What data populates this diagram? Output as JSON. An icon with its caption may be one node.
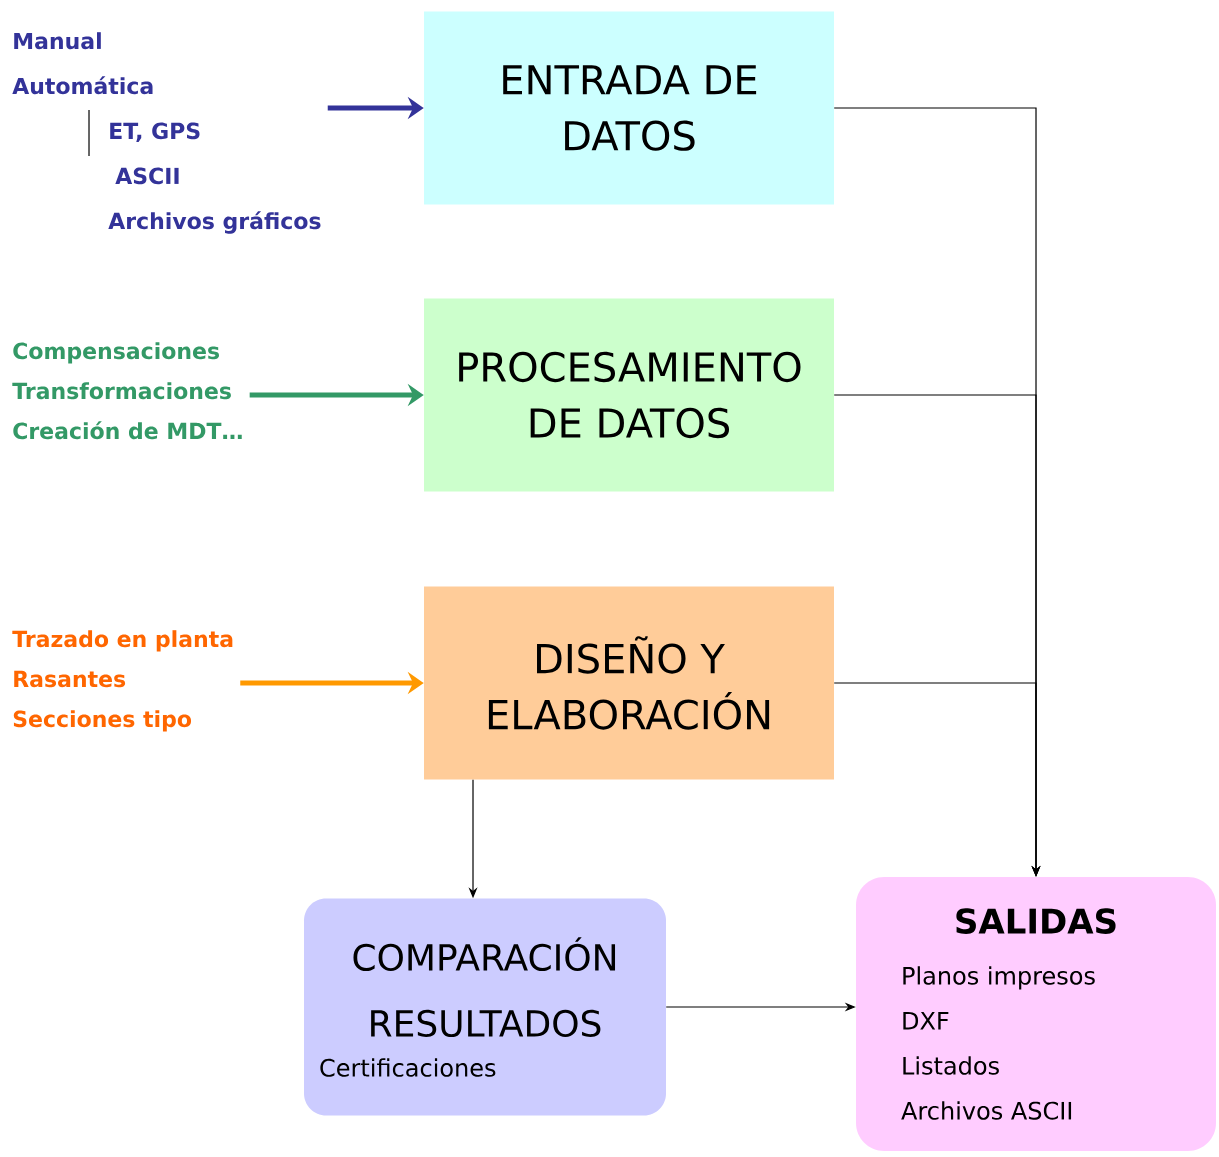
{
  "diagram": {
    "nodes": [
      {
        "text": [
          "ENTRADA DE DATOS"
        ]
      },
      {
        "text": [
          "PROCESAMIENTO DE DATOS"
        ]
      },
      {
        "text": [
          "DISEÑO Y ELABORACIÓN"
        ]
      },
      {
        "text": [
          "COMPARACIÓN RESULTADOS",
          "Certificaciones"
        ]
      },
      {
        "text": [
          "SALIDAS",
          "Planos impresos",
          "DXF",
          "Listados",
          "Archivos ASCII"
        ]
      },
      {
        "text": [
          "Manual",
          "Automática",
          "ET, GPS",
          "ASCII",
          "Archivos gráficos"
        ]
      },
      {
        "text": [
          "Compensaciones",
          "Transformaciones",
          "Creación de MDT…"
        ]
      },
      {
        "text": [
          "Trazado en planta",
          "Rasantes",
          "Secciones tipo"
        ]
      }
    ],
    "edges": [
      {
        "from": 5,
        "to": 0,
        "arrow": "to",
        "style": "thick",
        "color": "#333399"
      },
      {
        "from": 6,
        "to": 1,
        "arrow": "to",
        "style": "thick",
        "color": "#339966"
      },
      {
        "from": 7,
        "to": 2,
        "arrow": "to",
        "style": "thick",
        "color": "#ff9900"
      },
      {
        "from": 0,
        "to": 4,
        "arrow": "to"
      },
      {
        "from": 1,
        "to": 4,
        "arrow": "to"
      },
      {
        "from": 2,
        "to": 4,
        "arrow": "to"
      },
      {
        "from": 2,
        "to": 3,
        "arrow": "to"
      },
      {
        "from": 3,
        "to": 4,
        "arrow": "to"
      }
    ]
  }
}
